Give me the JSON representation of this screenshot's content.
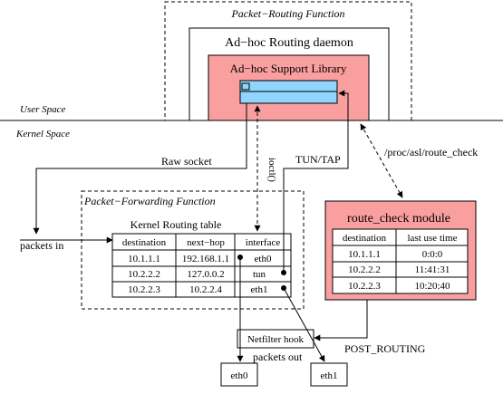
{
  "colors": {
    "pink": "#fa9fa0",
    "blue": "#8fd5fd",
    "line": "#000000",
    "background": "#ffffff"
  },
  "regions": {
    "user_space": "User Space",
    "kernel_space": "Kernel Space"
  },
  "routing_function": {
    "title": "Packet−Routing Function"
  },
  "daemon": {
    "title": "Ad−hoc Routing daemon"
  },
  "support_library": {
    "title": "Ad−hoc Support Library"
  },
  "forwarding_function": {
    "title": "Packet−Forwarding Function"
  },
  "kernel_table": {
    "title": "Kernel Routing table",
    "headers": [
      "destination",
      "next−hop",
      "interface"
    ],
    "rows": [
      [
        "10.1.1.1",
        "192.168.1.1",
        "eth0"
      ],
      [
        "10.2.2.2",
        "127.0.0.2",
        "tun"
      ],
      [
        "10.2.2.3",
        "10.2.2.4",
        "eth1"
      ]
    ]
  },
  "route_check": {
    "title": "route_check module",
    "headers": [
      "destination",
      "last use time"
    ],
    "rows": [
      [
        "10.1.1.1",
        "0:0:0"
      ],
      [
        "10.2.2.2",
        "11:41:31"
      ],
      [
        "10.2.2.3",
        "10:20:40"
      ]
    ]
  },
  "labels": {
    "raw_socket": "Raw socket",
    "ioctl": "ioctl()",
    "tun_tap": "TUN/TAP",
    "proc_path": "/proc/asl/route_check",
    "packets_in": "packets in",
    "packets_out": "packets out",
    "netfilter": "Netfilter hook",
    "post_routing": "POST_ROUTING",
    "eth0_box": "eth0",
    "eth1_box": "eth1"
  }
}
